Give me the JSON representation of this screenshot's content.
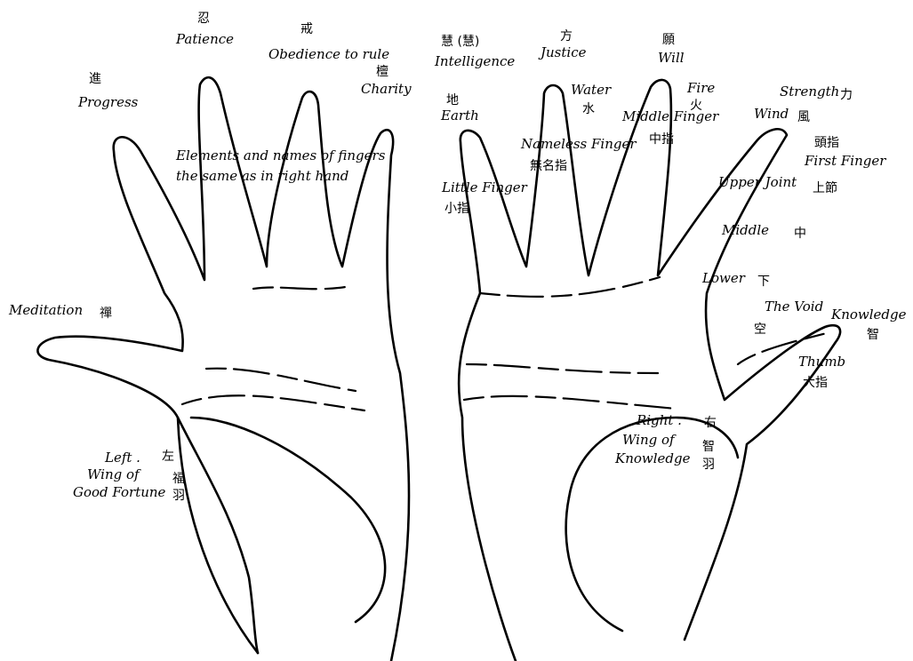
{
  "left_hand": {
    "fingers": {
      "progress": {
        "label": "Progress",
        "glyph": "進"
      },
      "patience": {
        "label": "Patience",
        "glyph": "忍"
      },
      "obedience": {
        "label": "Obedience to rule",
        "glyph": "戒"
      },
      "charity": {
        "label": "Charity",
        "glyph": "檀"
      }
    },
    "meditation": {
      "label": "Meditation",
      "glyph": "禪"
    },
    "note": [
      "Elements and names of fingers",
      "the same as in right hand"
    ],
    "wing": {
      "label_lines": [
        "Left .",
        "Wing of",
        "Good Fortune"
      ],
      "glyphs": [
        "左",
        "福",
        "羽"
      ]
    }
  },
  "right_hand": {
    "fingers": {
      "intelligence": {
        "label": "Intelligence",
        "glyph": "慧 (慧)"
      },
      "justice": {
        "label": "Justice",
        "glyph": "方"
      },
      "will": {
        "label": "Will",
        "glyph": "願"
      },
      "strength": {
        "label": "Strength",
        "glyph": "力"
      }
    },
    "elements": {
      "earth": {
        "label": "Earth",
        "glyph": "地"
      },
      "water": {
        "label": "Water",
        "glyph": "水"
      },
      "fire": {
        "label": "Fire",
        "glyph": "火"
      },
      "wind": {
        "label": "Wind",
        "glyph": "風"
      },
      "void": {
        "label": "The Void",
        "glyph": "空"
      }
    },
    "finger_names": {
      "little": {
        "label": "Little Finger",
        "glyph": "小指"
      },
      "nameless": {
        "label": "Nameless Finger",
        "glyph": "無名指"
      },
      "middle": {
        "label": "Middle Finger",
        "glyph": "中指"
      },
      "first": {
        "label": "First Finger",
        "glyph": "頭指"
      },
      "thumb": {
        "label": "Thumb",
        "glyph": "大指"
      }
    },
    "joints": {
      "upper": {
        "label": "Upper Joint",
        "glyph": "上節"
      },
      "middle": {
        "label": "Middle",
        "glyph": "中"
      },
      "lower": {
        "label": "Lower",
        "glyph": "下"
      }
    },
    "knowledge": {
      "label": "Knowledge",
      "glyph": "智"
    },
    "wing": {
      "label_lines": [
        "Right .",
        "Wing of",
        "Knowledge"
      ],
      "glyphs": [
        "右",
        "智",
        "羽"
      ]
    }
  }
}
